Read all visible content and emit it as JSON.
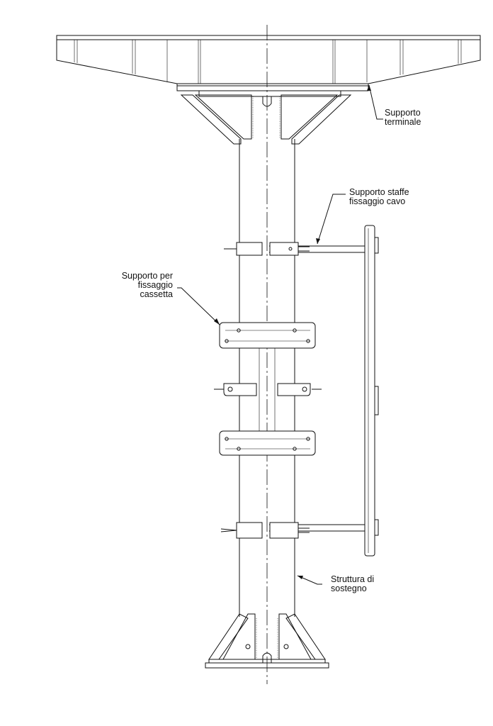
{
  "labels": {
    "supporto_terminale": [
      "Supporto",
      "terminale"
    ],
    "supporto_staffe": [
      "Supporto staffe",
      "fissaggio cavo"
    ],
    "supporto_cassetta": [
      "Supporto per",
      "fissaggio",
      "cassetta"
    ],
    "struttura": [
      "Struttura di",
      "sostegno"
    ]
  }
}
